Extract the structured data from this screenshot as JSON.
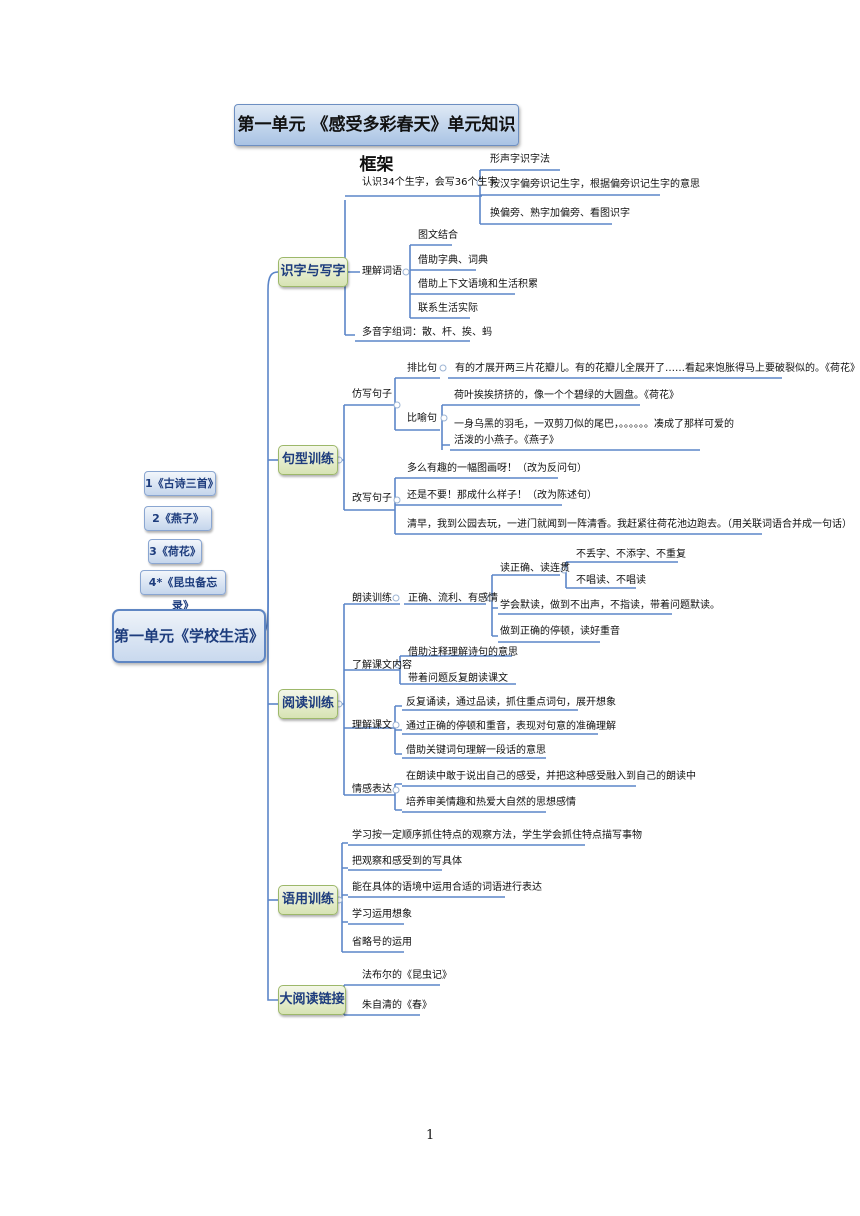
{
  "title": "第一单元 《感受多彩春天》单元知识框架",
  "root": "第一单元《学校生活》",
  "lessons": [
    "1《古诗三首》",
    "2《燕子》",
    "3《荷花》",
    "4*《昆虫备忘录》"
  ],
  "categories": [
    "识字与写字",
    "句型训练",
    "阅读训练",
    "语用训练",
    "大阅读链接"
  ],
  "literacy": {
    "recognize": "认识34个生字，会写36个生字",
    "recognize_items": [
      "形声字识字法",
      "按汉字偏旁识记生字，根据偏旁识记生字的意思",
      "换偏旁、熟字加偏旁、看图识字"
    ],
    "understand": "理解词语",
    "understand_items": [
      "图文结合",
      "借助字典、词典",
      "借助上下文语境和生活积累",
      "联系生活实际"
    ],
    "polyphone": "多音字组词：散、杆、挨、蚂"
  },
  "sentence": {
    "imitate": "仿写句子",
    "parallel": "排比句",
    "parallel_text": "有的才展开两三片花瓣儿。有的花瓣儿全展开了……看起来饱胀得马上要破裂似的。《荷花》",
    "metaphor": "比喻句",
    "metaphor_1": "荷叶挨挨挤挤的，像一个个碧绿的大圆盘。《荷花》",
    "metaphor_2a": "一身乌黑的羽毛，一双剪刀似的尾巴，。。。。。。凑成了那样可爱的",
    "metaphor_2b": "活泼的小燕子。《燕子》",
    "change": "改写句子",
    "change_items": [
      "多么有趣的一幅图画呀！（改为反问句）",
      "还是不要！那成什么样子！（改为陈述句）",
      "清早，我到公园去玩，一进门就闻到一阵清香。我赶紧往荷花池边跑去。（用关联词语合并成一句话）"
    ]
  },
  "reading": {
    "read_aloud": "朗读训练",
    "accurate": "正确、流利、有感情",
    "read_right": "读正确、读连贯",
    "read_right_items": [
      "不丢字、不添字、不重复",
      "不唱读、不唱读"
    ],
    "silent": "学会默读，做到不出声，不指读，带着问题默读。",
    "pause": "做到正确的停顿，读好重音",
    "content": "了解课文内容",
    "content_items": [
      "借助注释理解诗句的意思",
      "带着问题反复朗读课文"
    ],
    "understand": "理解课文",
    "understand_items": [
      "反复诵读，通过品读，抓住重点词句，展开想象",
      "通过正确的停顿和重音，表现对句意的准确理解",
      "借助关键词句理解一段话的意思"
    ],
    "emotion": "情感表达",
    "emotion_items": [
      "在朗读中敢于说出自己的感受，并把这种感受融入到自己的朗读中",
      "培养审美情趣和热爱大自然的思想感情"
    ]
  },
  "usage": {
    "items": [
      "学习按一定顺序抓住特点的观察方法，学生学会抓住特点描写事物",
      "把观察和感受到的写具体",
      "能在具体的语境中运用合适的词语进行表达",
      "学习运用想象",
      "省略号的运用"
    ]
  },
  "extended": {
    "items": [
      "法布尔的《昆虫记》",
      "朱自清的《春》"
    ]
  },
  "page_number": "1"
}
